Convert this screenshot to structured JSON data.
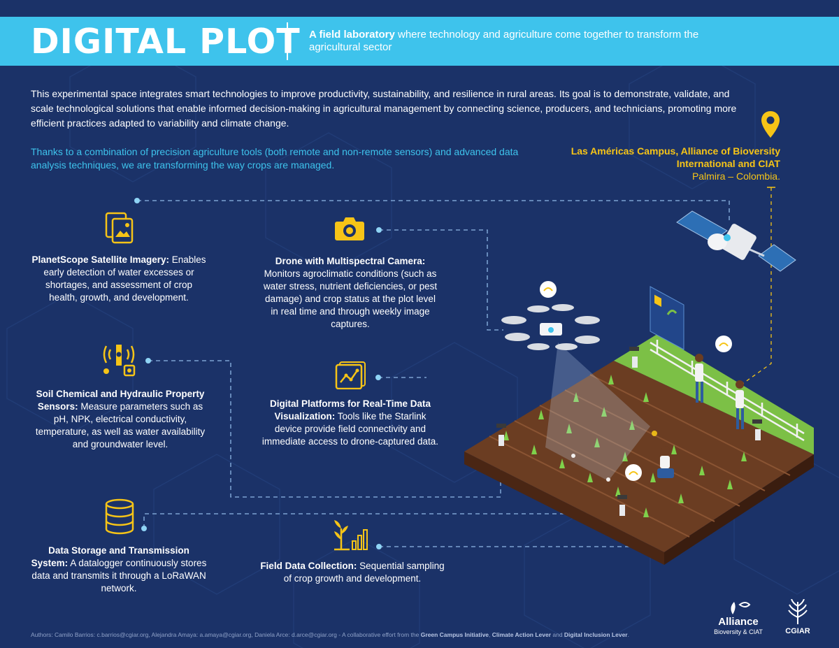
{
  "header": {
    "title": "DIGITAL PLOT",
    "subtitle_bold": "A field laboratory",
    "subtitle_rest": " where technology and agriculture come together to transform the agricultural sector"
  },
  "intro": "This experimental space integrates smart technologies to improve productivity, sustainability, and resilience in rural areas. Its goal is to demonstrate, validate, and scale technological solutions that enable informed decision-making in agricultural management by connecting science, producers, and technicians, promoting more efficient practices adapted to variability and climate change.",
  "highlight": "Thanks to a combination of precision agriculture tools (both remote and non-remote sensors) and advanced data analysis techniques, we are transforming the way crops are managed.",
  "location": {
    "name": "Las Américas Campus, Alliance of Bioversity International and CIAT",
    "city": "Palmira – Colombia."
  },
  "features": {
    "satellite": {
      "title": "PlanetScope Satellite Imagery:",
      "text": " Enables early detection of water excesses or shortages, and assessment of crop health, growth, and development.",
      "icon": "satellite-image-icon"
    },
    "drone": {
      "title": "Drone with Multispectral Camera:",
      "text": " Monitors agroclimatic conditions (such as water stress, nutrient deficiencies, or pest damage) and crop status at the plot level in real time and through weekly image captures.",
      "icon": "camera-icon"
    },
    "soil": {
      "title": "Soil Chemical and Hydraulic Property Sensors:",
      "text": " Measure parameters such as pH, NPK, electrical conductivity, temperature, as well as water availability and groundwater level.",
      "icon": "sensor-icon"
    },
    "platforms": {
      "title": "Digital Platforms for Real-Time Data Visualization:",
      "text": " Tools like the Starlink device provide field connectivity and immediate access to drone-captured data.",
      "icon": "dashboard-icon"
    },
    "storage": {
      "title": "Data Storage and Transmission System:",
      "text": " A datalogger continuously stores data and transmits it through a LoRaWAN network.",
      "icon": "database-icon"
    },
    "field": {
      "title": "Field Data Collection:",
      "text": " Sequential sampling of crop growth and development.",
      "icon": "plant-growth-icon"
    }
  },
  "footer": {
    "text": "Authors: Camilo Barrios: c.barrios@cgiar.org, Alejandra Amaya: a.amaya@cgiar.org, Daniela Arce: d.arce@cgiar.org - A collaborative effort from the ",
    "bold1": "Green Campus Initiative",
    "sep1": ", ",
    "bold2": "Climate Action Lever",
    "sep2": "  and ",
    "bold3": "Digital Inclusion Lever",
    "end": "."
  },
  "logos": {
    "alliance_name": "Alliance",
    "alliance_sub": "Bioversity & CIAT",
    "cgiar": "CGIAR"
  },
  "colors": {
    "background": "#1b3268",
    "header": "#3ec3ec",
    "accent_yellow": "#f6c417",
    "accent_cyan": "#3ec3ec"
  }
}
